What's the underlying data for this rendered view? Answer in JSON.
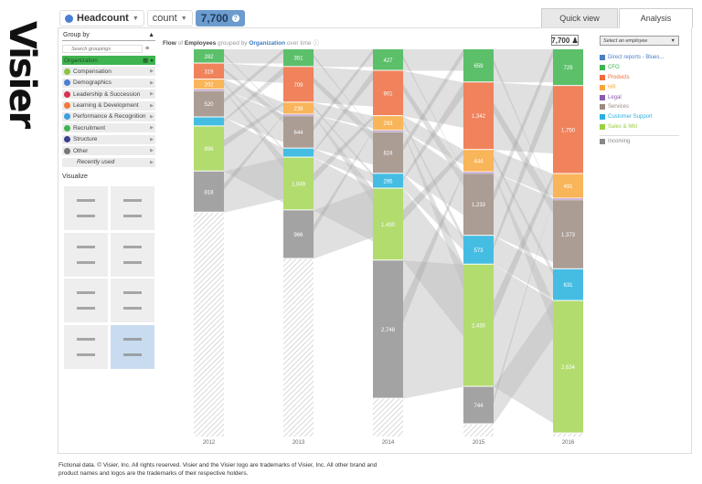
{
  "logo": "Visier",
  "header": {
    "metric": "Headcount",
    "measure": "count",
    "value": "7,700"
  },
  "tabs": [
    {
      "label": "Quick view",
      "active": false
    },
    {
      "label": "Analysis",
      "active": true
    }
  ],
  "group_by": {
    "title": "Group by",
    "search_placeholder": "Search groupings",
    "selected": "Organization",
    "items": [
      {
        "label": "Compensation",
        "color": "#8bc34a"
      },
      {
        "label": "Demographics",
        "color": "#4a7fd4"
      },
      {
        "label": "Leadership & Succession",
        "color": "#d9304f"
      },
      {
        "label": "Learning & Development",
        "color": "#f07a3a"
      },
      {
        "label": "Performance & Recognition",
        "color": "#3aa0e0"
      },
      {
        "label": "Recruitment",
        "color": "#3fb34f"
      },
      {
        "label": "Structure",
        "color": "#3b3f8c"
      },
      {
        "label": "Other",
        "color": "#777"
      }
    ],
    "recent": "Recently used"
  },
  "visualize": {
    "title": "Visualize",
    "options": [
      "bar",
      "line",
      "heat",
      "bubble",
      "dots",
      "table",
      "flow-list",
      "flow"
    ],
    "selected": 7
  },
  "chart_title": {
    "p1": "Flow",
    "p2": "of",
    "p3": "Employees",
    "p4": "grouped by",
    "p5": "Organization",
    "p6": "over time"
  },
  "total_badge": "7,700",
  "select_employee": "Select an employee",
  "chart_data": {
    "type": "bar",
    "title": "Flow of Employees grouped by Organization over time",
    "categories": [
      "2012",
      "2013",
      "2014",
      "2015",
      "2016"
    ],
    "total": 7700,
    "series": [
      {
        "name": "CFO",
        "color": "#5cbf6a",
        "values": [
          282,
          351,
          427,
          659,
          729
        ]
      },
      {
        "name": "Products",
        "color": "#f0825c",
        "values": [
          319,
          709,
          901,
          1342,
          1750
        ]
      },
      {
        "name": "HR",
        "color": "#f9b55a",
        "values": [
          202,
          239,
          293,
          444,
          491
        ]
      },
      {
        "name": "Legal",
        "color": "#9c74b8",
        "values": [
          30,
          30,
          30,
          30,
          30
        ]
      },
      {
        "name": "Services",
        "color": "#ab9c94",
        "values": [
          520,
          644,
          824,
          1233,
          1373
        ]
      },
      {
        "name": "Customer Support",
        "color": "#45bde3",
        "values": [
          180,
          180,
          295,
          573,
          631
        ]
      },
      {
        "name": "Sales & Mkt",
        "color": "#b2dc6e",
        "values": [
          896,
          1049,
          1430,
          2430,
          2634
        ]
      },
      {
        "name": "Incoming",
        "color": "#a3a3a3",
        "values": [
          818,
          966,
          2748,
          744,
          0
        ]
      }
    ],
    "labels": [
      [
        "282",
        "319",
        "202",
        "",
        "520",
        "",
        "896",
        "818"
      ],
      [
        "351",
        "709",
        "239",
        "",
        "644",
        "",
        "1,049",
        "966"
      ],
      [
        "427",
        "901",
        "293",
        "",
        "824",
        "295",
        "1,430",
        "2,748"
      ],
      [
        "659",
        "1,342",
        "444",
        "",
        "1,233",
        "573",
        "2,430",
        "744"
      ],
      [
        "729",
        "1,750",
        "491",
        "",
        "1,373",
        "631",
        "2,634",
        ""
      ]
    ]
  },
  "legend": [
    {
      "label": "Direct reports - Blues...",
      "color": "#4a7fc4"
    },
    {
      "label": "CFO",
      "color": "#3fb34f"
    },
    {
      "label": "Products",
      "color": "#f06a3a"
    },
    {
      "label": "HR",
      "color": "#f9a53a"
    },
    {
      "label": "Legal",
      "color": "#8a5cb0"
    },
    {
      "label": "Services",
      "color": "#9c8a80"
    },
    {
      "label": "Customer Support",
      "color": "#2ab0e0"
    },
    {
      "label": "Sales & Mkt",
      "color": "#9ad040"
    },
    {
      "label": "Incoming",
      "color": "#888"
    }
  ],
  "footer": "Fictional data. © Visier, Inc. All rights reserved. Visier and the Visier logo are trademarks of Visier, Inc. All other brand and product names and logos are the trademarks of their respective holders."
}
